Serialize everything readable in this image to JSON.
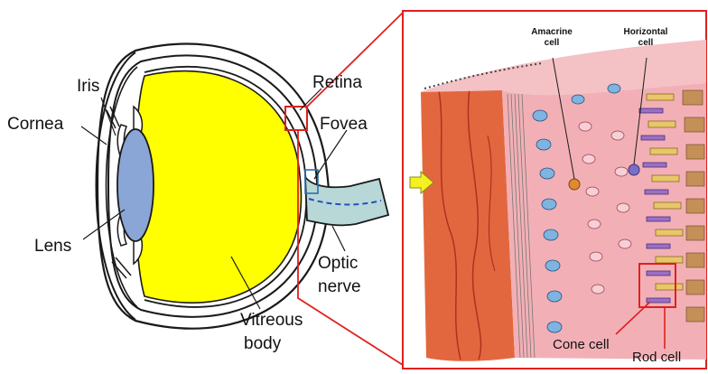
{
  "labels": {
    "iris": "Iris",
    "cornea": "Cornea",
    "lens": "Lens",
    "retina": "Retina",
    "fovea": "Fovea",
    "optic_nerve_1": "Optic",
    "optic_nerve_2": "nerve",
    "vitreous_1": "Vitreous",
    "vitreous_2": "body",
    "amacrine_1": "Amacrine",
    "amacrine_2": "cell",
    "horizontal_1": "Horizontal",
    "horizontal_2": "cell",
    "cone_cell": "Cone cell",
    "rod_cell": "Rod cell"
  },
  "colors": {
    "highlight_red": "#e0201f",
    "vitreous_yellow": "#ffff00",
    "lens_blue": "#8aa6d6",
    "sclera_outline": "#1a1a1a",
    "retina_tissue": "#f2b0b6",
    "choroid_orange": "#e3673e",
    "cone_yellow": "#e8c66a",
    "rod_purple": "#9b6fc4"
  }
}
